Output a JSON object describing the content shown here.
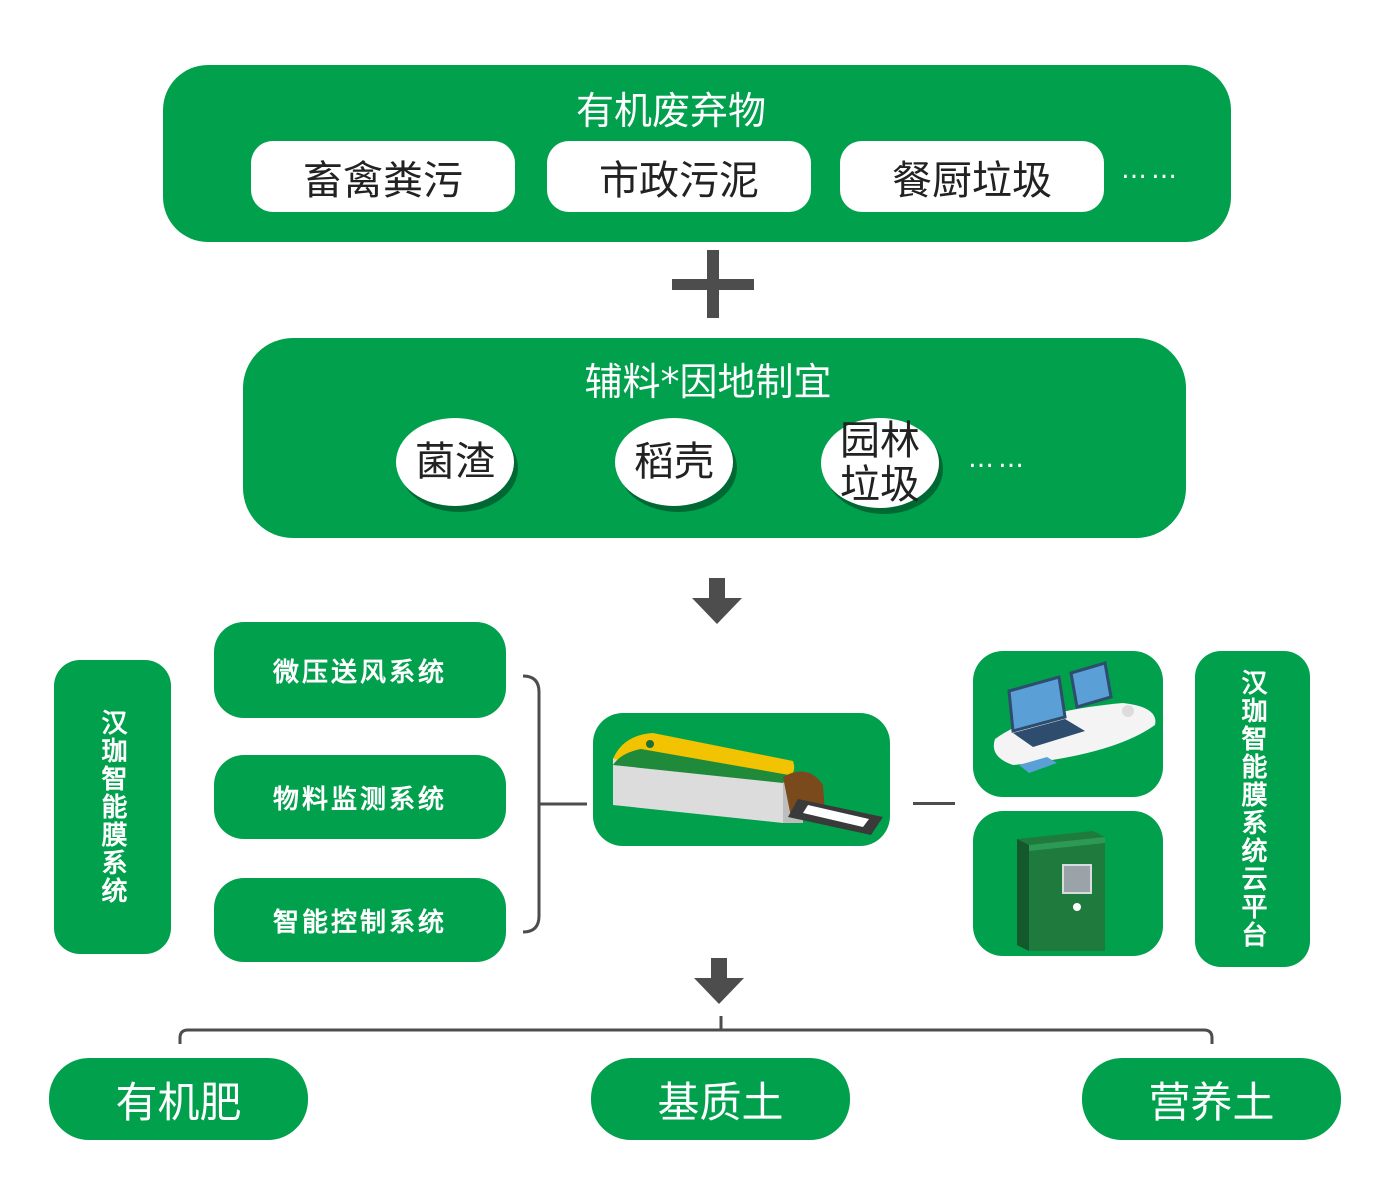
{
  "organic_waste": {
    "title": "有机废弃物",
    "items": [
      "畜禽粪污",
      "市政污泥",
      "餐厨垃圾"
    ],
    "more": "……"
  },
  "auxiliary": {
    "title": "辅料*因地制宜",
    "items": [
      "菌渣",
      "稻壳",
      "园林垃圾"
    ],
    "more": "……"
  },
  "membrane_system": {
    "label": "汉珈智能膜系统",
    "subsystems": [
      "微压送风系统",
      "物料监测系统",
      "智能控制系统"
    ],
    "equipment_icon": "membrane-composting-tank-icon"
  },
  "cloud_platform": {
    "label": "汉珈智能膜系统云平台",
    "icons": [
      "computer-workstation-icon",
      "control-cabinet-icon"
    ]
  },
  "outputs": [
    "有机肥",
    "基质土",
    "营养土"
  ],
  "colors": {
    "primary_green": "#00a04d",
    "connector_gray": "#4d4d4d"
  }
}
